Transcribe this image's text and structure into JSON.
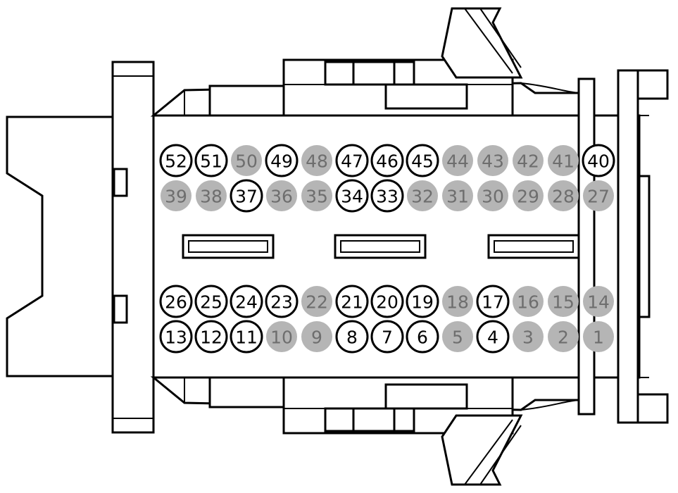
{
  "connector": {
    "rows": [
      {
        "id": "row-1",
        "pins": [
          {
            "label": "52",
            "active": true
          },
          {
            "label": "51",
            "active": true
          },
          {
            "label": "50",
            "active": false
          },
          {
            "label": "49",
            "active": true
          },
          {
            "label": "48",
            "active": false
          },
          {
            "label": "47",
            "active": true
          },
          {
            "label": "46",
            "active": true
          },
          {
            "label": "45",
            "active": true
          },
          {
            "label": "44",
            "active": false
          },
          {
            "label": "43",
            "active": false
          },
          {
            "label": "42",
            "active": false
          },
          {
            "label": "41",
            "active": false
          },
          {
            "label": "40",
            "active": true
          }
        ]
      },
      {
        "id": "row-2",
        "pins": [
          {
            "label": "39",
            "active": false
          },
          {
            "label": "38",
            "active": false
          },
          {
            "label": "37",
            "active": true
          },
          {
            "label": "36",
            "active": false
          },
          {
            "label": "35",
            "active": false
          },
          {
            "label": "34",
            "active": true
          },
          {
            "label": "33",
            "active": true
          },
          {
            "label": "32",
            "active": false
          },
          {
            "label": "31",
            "active": false
          },
          {
            "label": "30",
            "active": false
          },
          {
            "label": "29",
            "active": false
          },
          {
            "label": "28",
            "active": false
          },
          {
            "label": "27",
            "active": false
          }
        ]
      },
      {
        "id": "row-3",
        "pins": [
          {
            "label": "26",
            "active": true
          },
          {
            "label": "25",
            "active": true
          },
          {
            "label": "24",
            "active": true
          },
          {
            "label": "23",
            "active": true
          },
          {
            "label": "22",
            "active": false
          },
          {
            "label": "21",
            "active": true
          },
          {
            "label": "20",
            "active": true
          },
          {
            "label": "19",
            "active": true
          },
          {
            "label": "18",
            "active": false
          },
          {
            "label": "17",
            "active": true
          },
          {
            "label": "16",
            "active": false
          },
          {
            "label": "15",
            "active": false
          },
          {
            "label": "14",
            "active": false
          }
        ]
      },
      {
        "id": "row-4",
        "pins": [
          {
            "label": "13",
            "active": true
          },
          {
            "label": "12",
            "active": true
          },
          {
            "label": "11",
            "active": true
          },
          {
            "label": "10",
            "active": false
          },
          {
            "label": "9",
            "active": false
          },
          {
            "label": "8",
            "active": true
          },
          {
            "label": "7",
            "active": true
          },
          {
            "label": "6",
            "active": true
          },
          {
            "label": "5",
            "active": false
          },
          {
            "label": "4",
            "active": true
          },
          {
            "label": "3",
            "active": false
          },
          {
            "label": "2",
            "active": false
          },
          {
            "label": "1",
            "active": false
          }
        ]
      }
    ],
    "colors": {
      "active_fill": "#ffffff",
      "active_stroke": "#000000",
      "inactive_fill": "#b5b5b5",
      "inactive_text": "#6e6e6e",
      "outline": "#000000"
    }
  }
}
